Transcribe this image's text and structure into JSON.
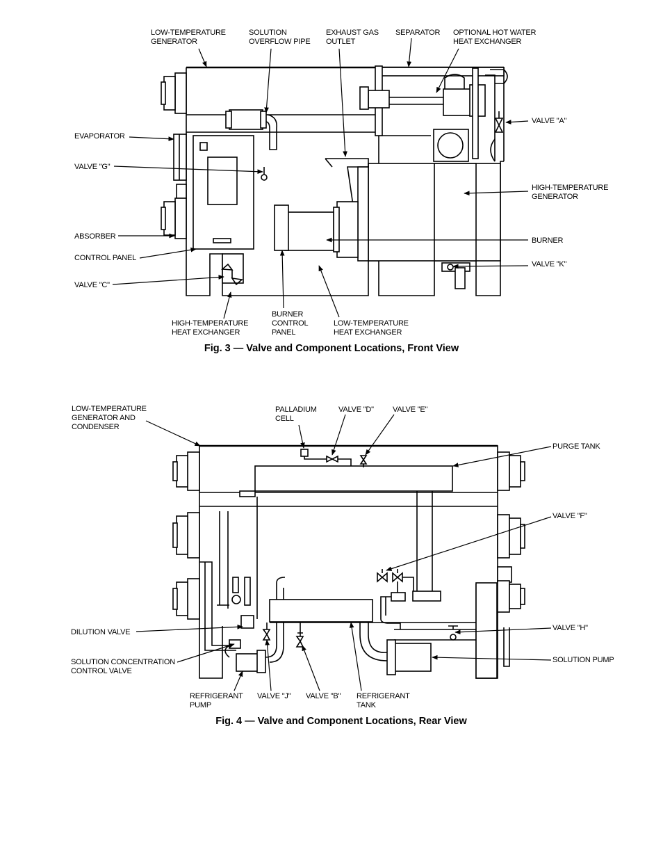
{
  "fig3": {
    "caption": "Fig. 3 — Valve and Component Locations, Front View",
    "labels": {
      "low_temp_generator": [
        "LOW-TEMPERATURE",
        "GENERATOR"
      ],
      "solution_overflow": [
        "SOLUTION",
        "OVERFLOW PIPE"
      ],
      "exhaust_gas": [
        "EXHAUST GAS",
        "OUTLET"
      ],
      "separator": [
        "SEPARATOR"
      ],
      "optional_hot_water": [
        "OPTIONAL HOT WATER",
        "HEAT EXCHANGER"
      ],
      "evaporator": [
        "EVAPORATOR"
      ],
      "valve_g": [
        "VALVE \"G\""
      ],
      "absorber": [
        "ABSORBER"
      ],
      "control_panel": [
        "CONTROL PANEL"
      ],
      "valve_c": [
        "VALVE \"C\""
      ],
      "high_temp_heat_exchanger": [
        "HIGH-TEMPERATURE",
        "HEAT EXCHANGER"
      ],
      "burner_control_panel": [
        "BURNER",
        "CONTROL",
        "PANEL"
      ],
      "low_temp_heat_exchanger": [
        "LOW-TEMPERATURE",
        "HEAT EXCHANGER"
      ],
      "valve_a": [
        "VALVE \"A\""
      ],
      "high_temp_generator": [
        "HIGH-TEMPERATURE",
        "GENERATOR"
      ],
      "burner": [
        "BURNER"
      ],
      "valve_k": [
        "VALVE \"K\""
      ]
    }
  },
  "fig4": {
    "caption": "Fig. 4 — Valve and Component Locations, Rear View",
    "labels": {
      "low_temp_gen_condenser": [
        "LOW-TEMPERATURE",
        "GENERATOR AND",
        "CONDENSER"
      ],
      "palladium_cell": [
        "PALLADIUM",
        "CELL"
      ],
      "valve_d": [
        "VALVE \"D\""
      ],
      "valve_e": [
        "VALVE \"E\""
      ],
      "purge_tank": [
        "PURGE TANK"
      ],
      "valve_f": [
        "VALVE \"F\""
      ],
      "dilution_valve": [
        "DILUTION VALVE"
      ],
      "valve_h": [
        "VALVE \"H\""
      ],
      "solution_conc_valve": [
        "SOLUTION CONCENTRATION",
        "CONTROL VALVE"
      ],
      "solution_pump": [
        "SOLUTION PUMP"
      ],
      "refrigerant_pump": [
        "REFRIGERANT",
        "PUMP"
      ],
      "valve_j": [
        "VALVE \"J\""
      ],
      "valve_b": [
        "VALVE \"B\""
      ],
      "refrigerant_tank": [
        "REFRIGERANT",
        "TANK"
      ]
    }
  }
}
